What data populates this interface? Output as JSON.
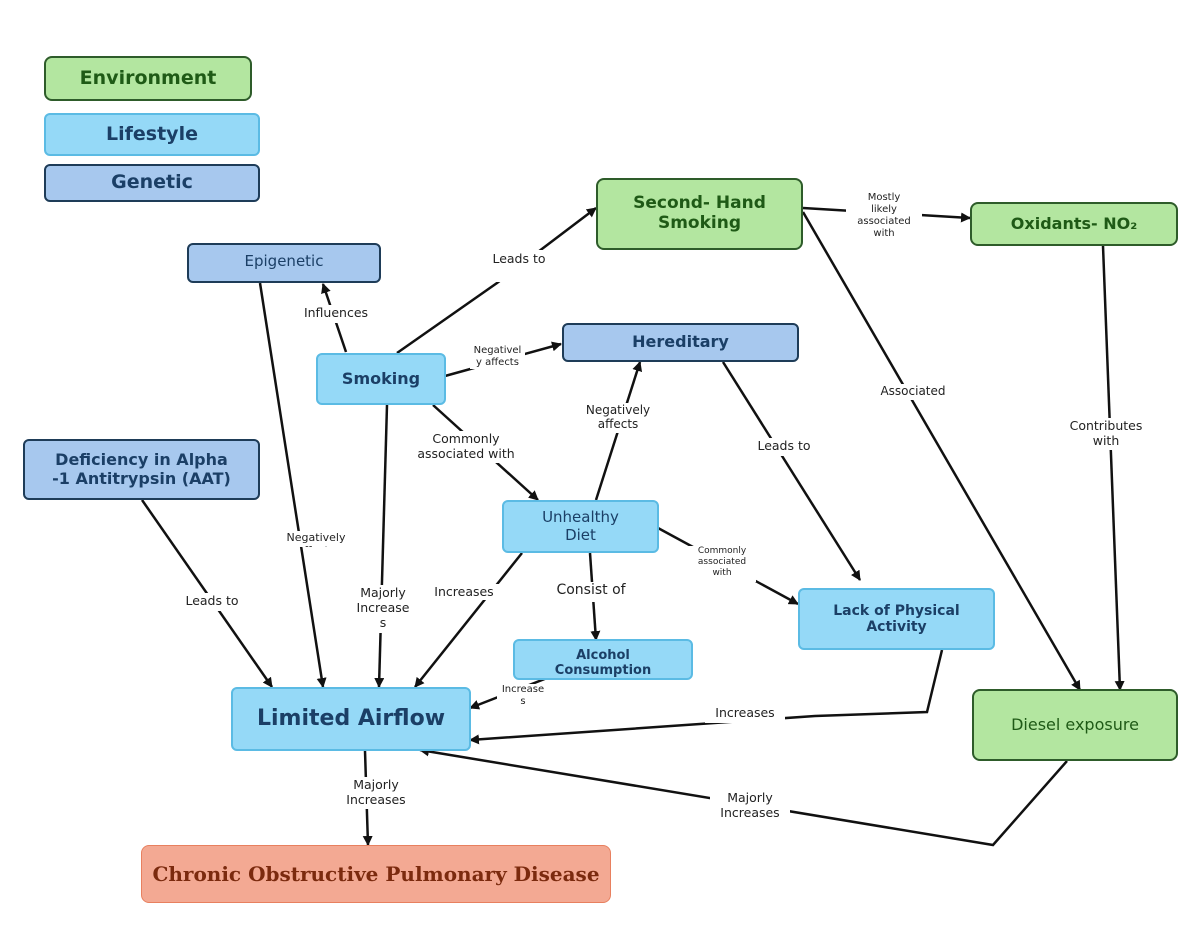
{
  "legend": {
    "environment": "Environment",
    "lifestyle": "Lifestyle",
    "genetic": "Genetic"
  },
  "nodes": {
    "second_hand_smoking": "Second- Hand\nSmoking",
    "oxidants": "Oxidants- NO₂",
    "epigenetic": "Epigenetic",
    "hereditary": "Hereditary",
    "smoking": "Smoking",
    "aat": "Deficiency in Alpha\n-1 Antitrypsin (AAT)",
    "unhealthy_diet": "Unhealthy\nDiet",
    "lack_activity": "Lack of Physical\nActivity",
    "alcohol": "Alcohol\nConsumption",
    "limited_airflow": "Limited Airflow",
    "diesel": "Diesel exposure",
    "copd": "Chronic Obstructive Pulmonary Disease"
  },
  "edge_labels": {
    "leads_to_shs": "Leads to",
    "mostly_likely": "Mostly\nlikely\nassociated\nwith",
    "influences": "Influences",
    "negatively_affects_hereditary": "Negativel\ny affects",
    "negatively_affects_diet": "Negatively\naffects",
    "associated": "Associated",
    "commonly_associated_diet": "Commonly\nassociated with",
    "leads_to_activity": "Leads to",
    "contributes_with": "Contributes\nwith",
    "negatively_affects_epi": "Negatively\naffects",
    "commonly_associated_activity": "Commonly\nassociated\nwith",
    "leads_to_aat": "Leads to",
    "majorly_increases_smoking": "Majorly\nIncrease\ns",
    "increases_diet": "Increases",
    "consist_of": "Consist of",
    "increases_alcohol": "Increase\ns",
    "increases_activity": "Increases",
    "majorly_increases_copd": "Majorly\nIncreases",
    "majorly_increases_diesel": "Majorly\nIncreases"
  },
  "colors": {
    "environment_fill": "#b3e6a0",
    "lifestyle_fill": "#95d9f7",
    "genetic_fill": "#a7c8ee",
    "copd_fill": "#f3a993",
    "edge": "#111111"
  }
}
